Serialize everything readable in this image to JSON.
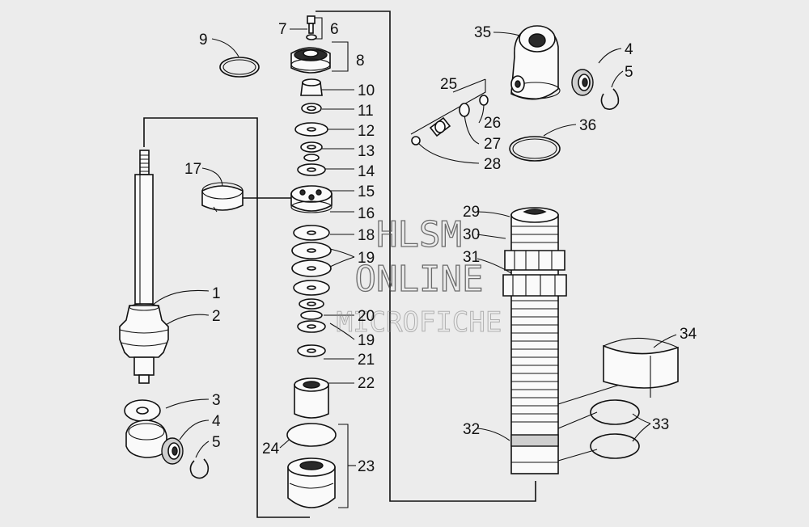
{
  "labels": [
    "1",
    "2",
    "3",
    "4",
    "5",
    "4",
    "5",
    "6",
    "7",
    "8",
    "9",
    "10",
    "11",
    "12",
    "13",
    "14",
    "15",
    "16",
    "17",
    "18",
    "19",
    "19",
    "20",
    "19",
    "21",
    "22",
    "23",
    "24",
    "25",
    "26",
    "27",
    "28",
    "29",
    "30",
    "31",
    "32",
    "33",
    "34",
    "35",
    "36"
  ],
  "watermark": {
    "line1": "HLSM",
    "line2": "ONLINE",
    "line3": "MICROFICHE"
  }
}
